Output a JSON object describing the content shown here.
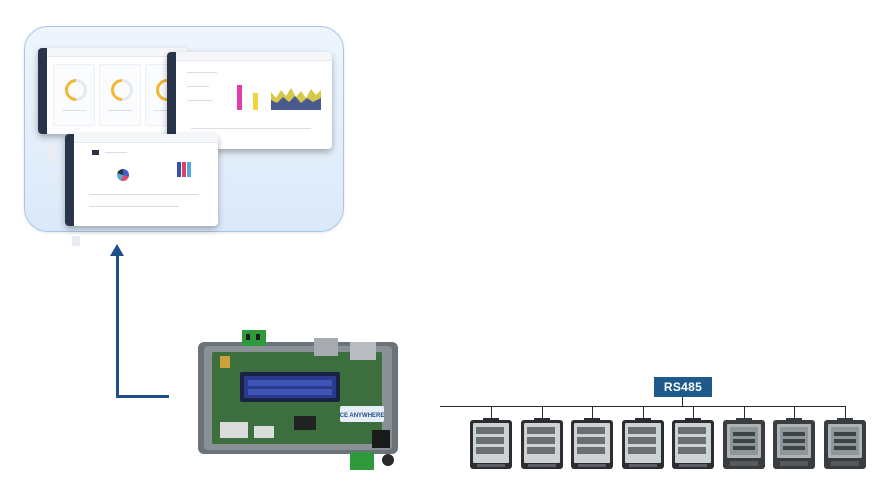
{
  "diagram": {
    "bus_label": "RS485",
    "device_brand": "CE ANYWHERE"
  },
  "colors": {
    "arrow": "#1f4f8a",
    "bus_label_bg": "#1f5a8c",
    "cloud_border": "#a9c6e4",
    "gauge": "#f2b632"
  },
  "meters": [
    {
      "type": "meter-digital"
    },
    {
      "type": "meter-digital"
    },
    {
      "type": "meter-digital"
    },
    {
      "type": "meter-digital"
    },
    {
      "type": "meter-digital"
    },
    {
      "type": "meter-graphic"
    },
    {
      "type": "meter-graphic"
    },
    {
      "type": "meter-graphic"
    }
  ]
}
